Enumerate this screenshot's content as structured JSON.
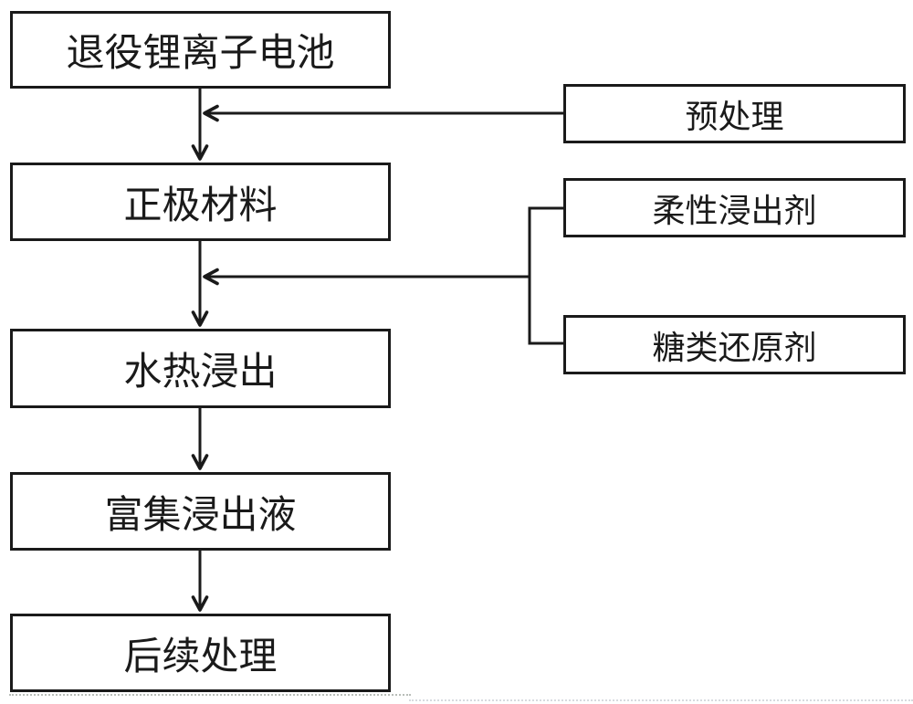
{
  "page": {
    "background": "#ffffff",
    "line_color": "#1a1a1a"
  },
  "flow": {
    "nodes": {
      "retired_battery": "退役锂离子电池",
      "cathode_material": "正极材料",
      "hydrothermal_leaching": "水热浸出",
      "enriched_leachate": "富集浸出液",
      "subsequent_treatment": "后续处理",
      "pretreatment": "预处理",
      "flexible_leachant": "柔性浸出剂",
      "sugar_reductant": "糖类还原剂"
    },
    "edges": [
      {
        "from": "退役锂离子电池",
        "to": "正极材料",
        "style": "arrow-down"
      },
      {
        "from": "预处理",
        "to": "退役锂离子电池 → 正极材料 连线",
        "style": "arrow-left"
      },
      {
        "from": "正极材料",
        "to": "水热浸出",
        "style": "arrow-down"
      },
      {
        "from": "柔性浸出剂 + 糖类还原剂 (合并括线)",
        "to": "正极材料 → 水热浸出 连线",
        "style": "arrow-left"
      },
      {
        "from": "水热浸出",
        "to": "富集浸出液",
        "style": "arrow-down"
      },
      {
        "from": "富集浸出液",
        "to": "后续处理",
        "style": "arrow-down"
      }
    ]
  }
}
